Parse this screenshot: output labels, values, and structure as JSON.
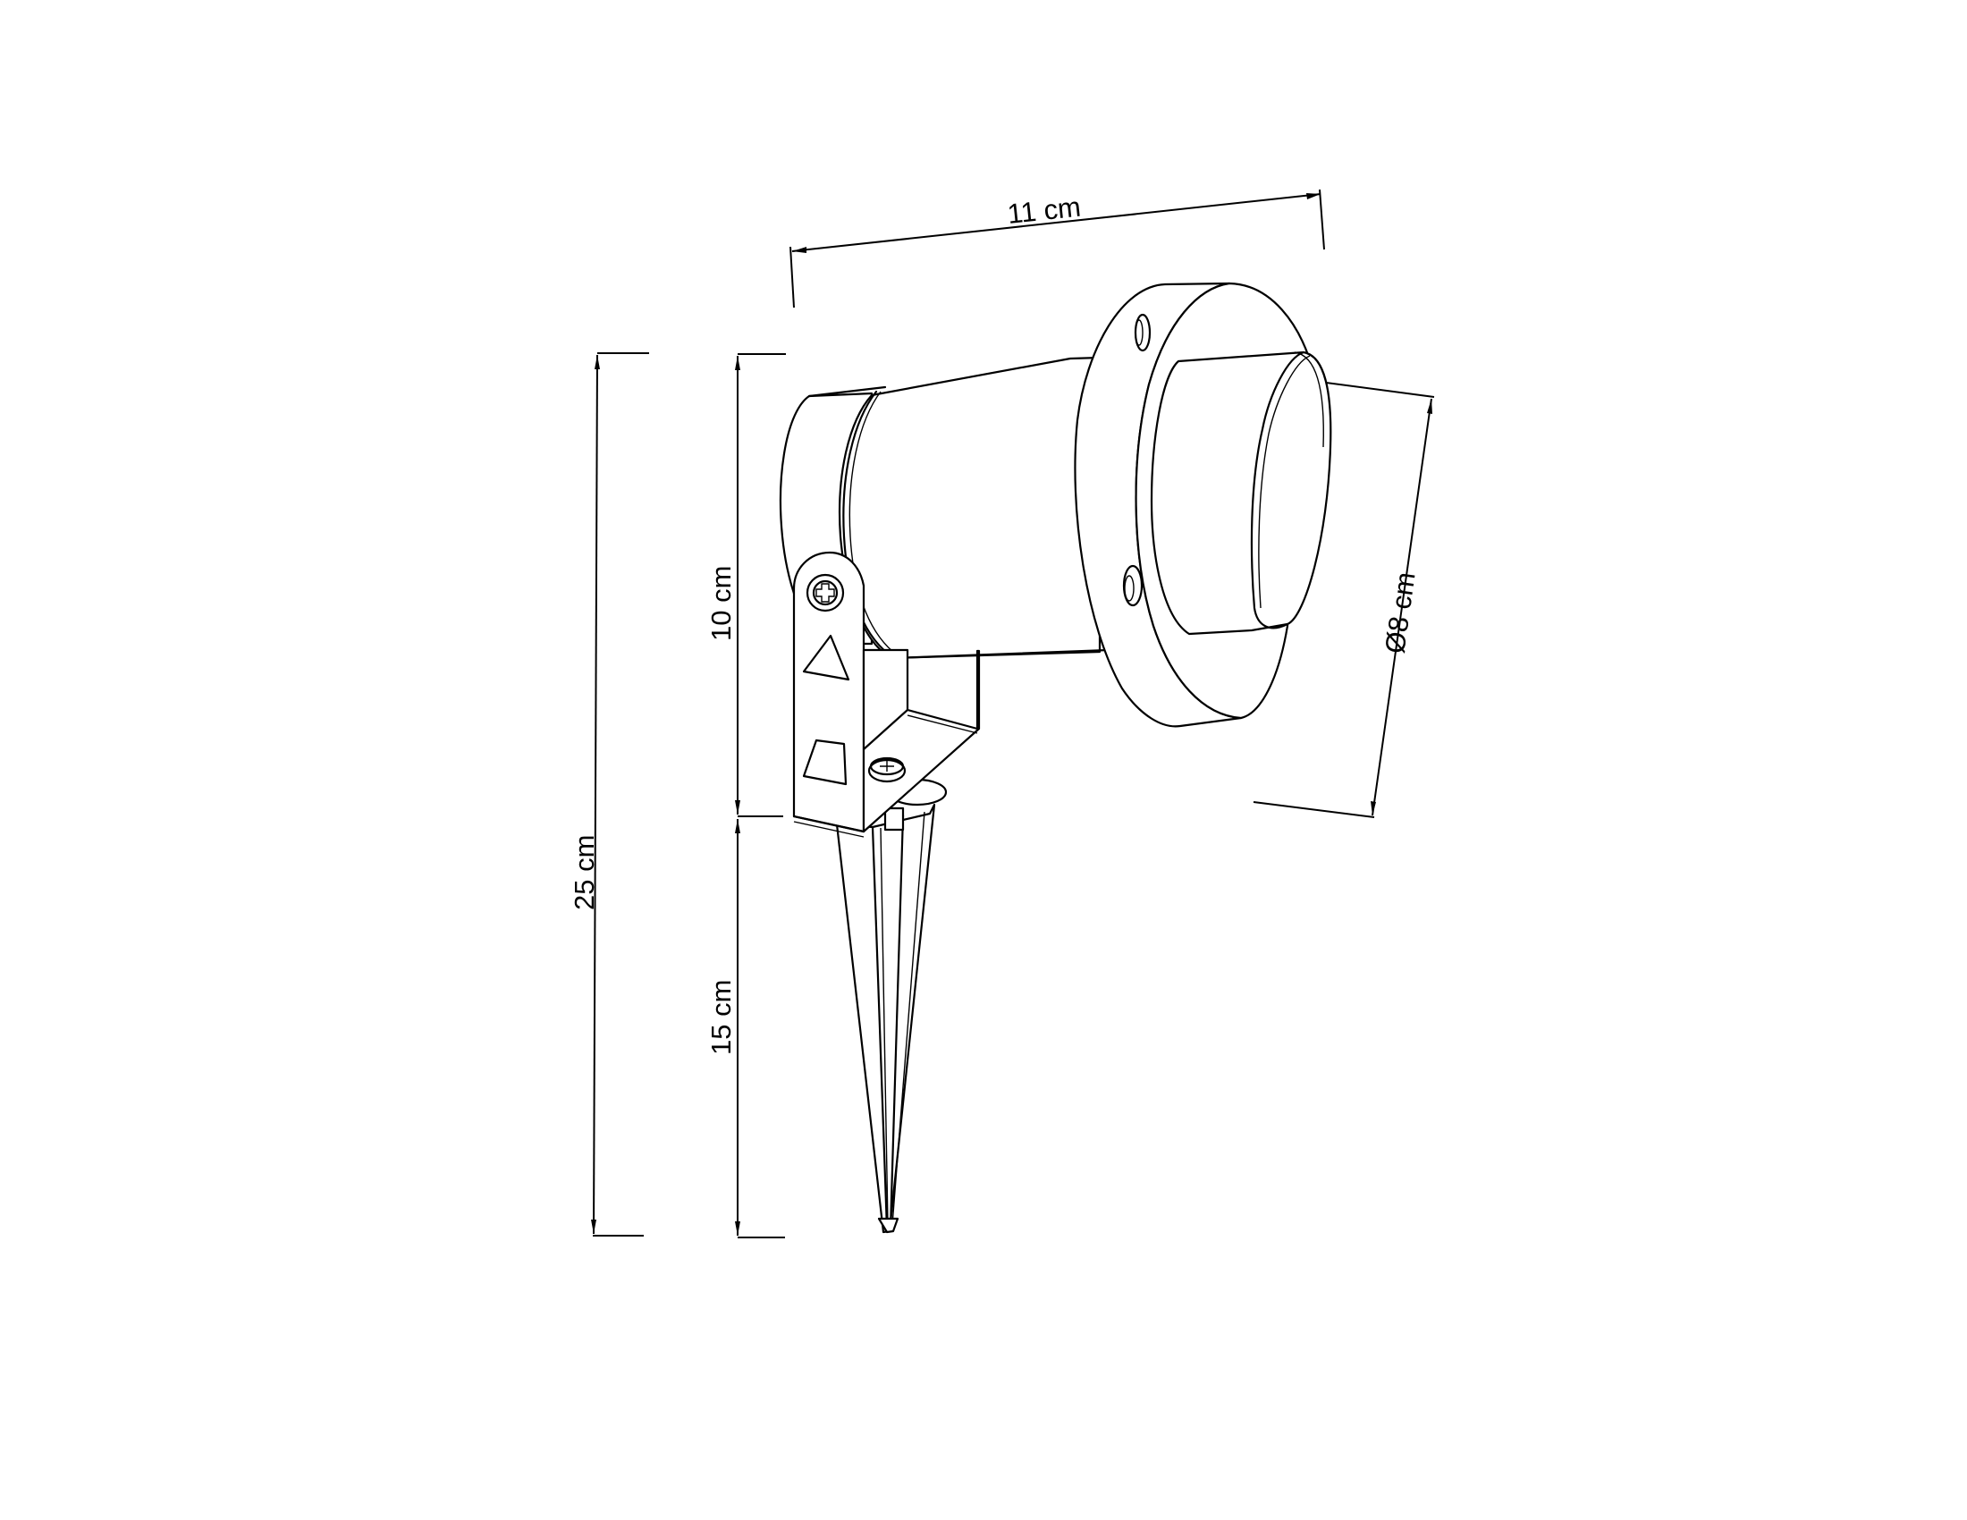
{
  "diagram": {
    "subject": "Spike spotlight technical dimension drawing",
    "line_color": "#000000",
    "background": "#ffffff",
    "dimensions": {
      "width_top": "11 cm",
      "total_height": "25 cm",
      "head_height": "10 cm",
      "spike_length": "15 cm",
      "diameter": "Ø8 cm"
    },
    "parts": [
      "lamp-head",
      "front-flange",
      "lens-ring",
      "mounting-bracket",
      "bracket-screw",
      "base-screw",
      "ground-spike"
    ]
  }
}
